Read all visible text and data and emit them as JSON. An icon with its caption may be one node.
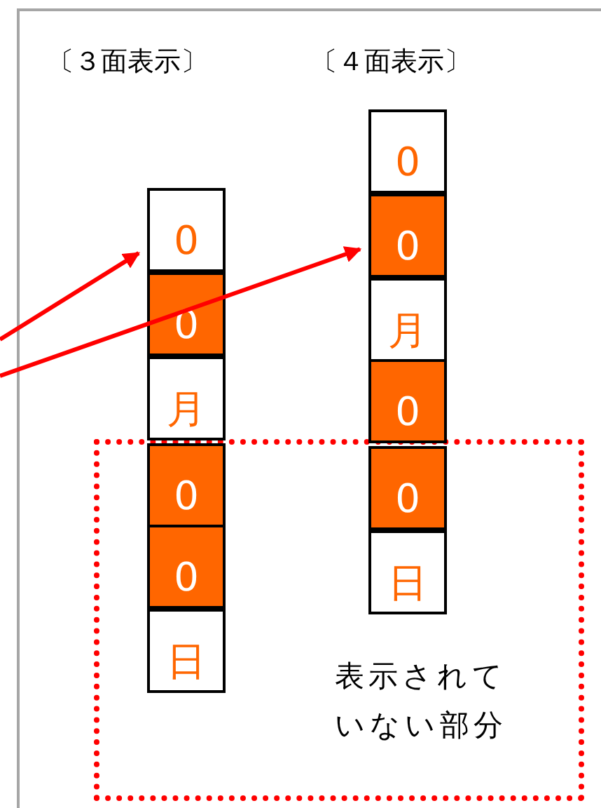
{
  "diagram": {
    "nodes": [
      {
        "text": [
          "表示されていない部分"
        ]
      },
      {
        "text": [
          "0"
        ]
      },
      {
        "text": [
          "0"
        ]
      },
      {
        "text": [
          "月"
        ]
      },
      {
        "text": [
          "0"
        ],
        "in": 0
      },
      {
        "text": [
          "0"
        ],
        "in": 0
      },
      {
        "text": [
          "日"
        ],
        "in": 0
      },
      {
        "text": [
          "0"
        ]
      },
      {
        "text": [
          "0"
        ]
      },
      {
        "text": [
          "月"
        ]
      },
      {
        "text": [
          "0"
        ]
      },
      {
        "text": [
          "0"
        ],
        "in": 0
      },
      {
        "text": [
          "日"
        ],
        "in": 0
      }
    ],
    "edges": [
      {
        "from": null,
        "to": 1,
        "arrow": "to"
      },
      {
        "from": null,
        "to": 8,
        "arrow": "to"
      }
    ],
    "labels": [
      "〔３面表示〕",
      "〔４面表示〕"
    ]
  }
}
